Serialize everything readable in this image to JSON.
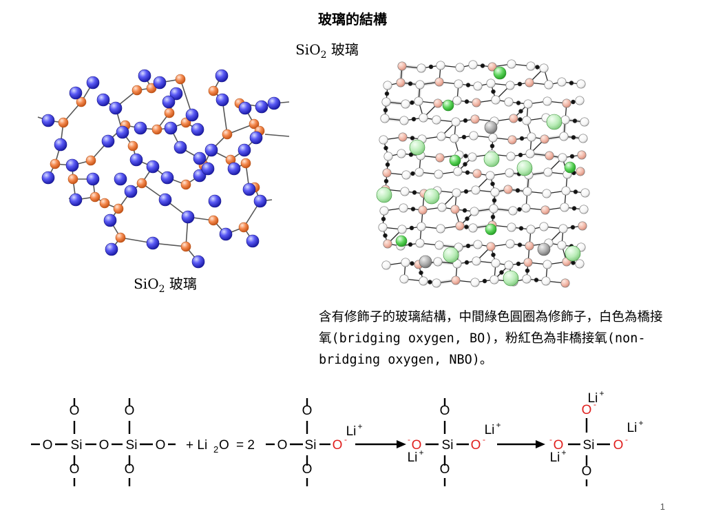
{
  "slide": {
    "title": "玻璃的結構",
    "caption_top": {
      "main": "SiO",
      "sub": "2",
      "suffix": " 玻璃"
    },
    "caption_left": {
      "main": "SiO",
      "sub": "2",
      "suffix": " 玻璃"
    },
    "description": "含有修飾子的玻璃結構，中間綠色圓圈為修飾子，白色為橋接氧(bridging oxygen, BO)，粉紅色為非橋接氧(non-bridging oxygen, NBO)。",
    "page_number": "1"
  },
  "colors": {
    "silicon_blue": "#4c4cf0",
    "oxygen_orange": "#f4894e",
    "bridging_white": "#ffffff",
    "nonbridging_pink": "#f1b6a6",
    "modifier_green": "#58d256",
    "red_oxygen": "#e0201e"
  },
  "reaction": {
    "si": "Si",
    "o": "O",
    "li": "Li",
    "plus_sup": "+",
    "minus_sup": "-",
    "reactant_plus": "+ Li",
    "reactant_sub": "2",
    "reactant_after": "O",
    "equals": "= 2"
  }
}
